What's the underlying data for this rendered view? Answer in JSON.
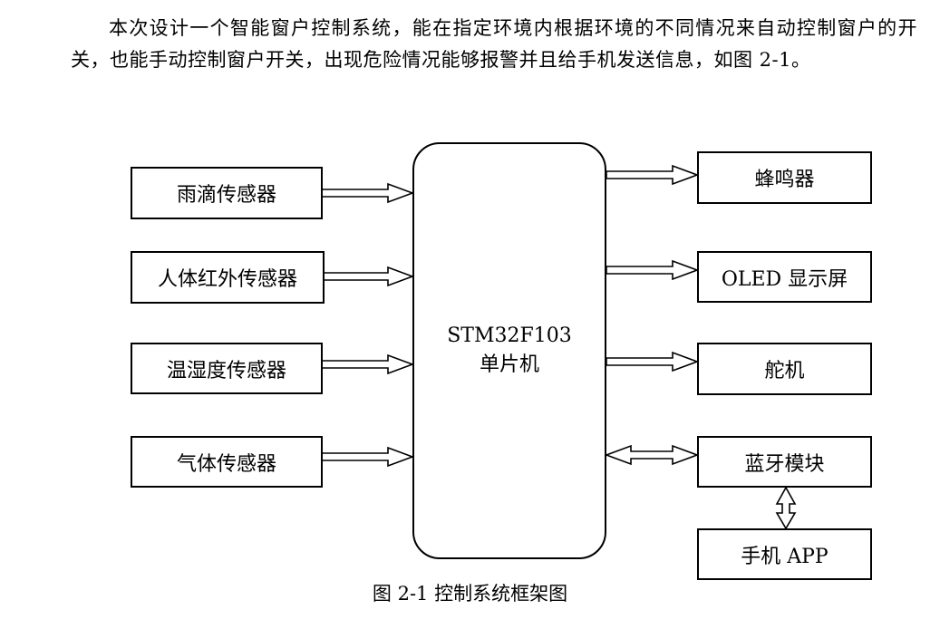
{
  "paragraph": "本次设计一个智能窗户控制系统，能在指定环境内根据环境的不同情况来自动控制窗户的开关，也能手动控制窗户开关，出现危险情况能够报警并且给手机发送信息，如图 2-1。",
  "diagram": {
    "mcu": {
      "line1": "STM32F103",
      "line2": "单片机"
    },
    "inputs": [
      {
        "label": "雨滴传感器"
      },
      {
        "label": "人体红外传感器"
      },
      {
        "label": "温湿度传感器"
      },
      {
        "label": "气体传感器"
      }
    ],
    "outputs": [
      {
        "label": "蜂鸣器"
      },
      {
        "label": "OLED 显示屏"
      },
      {
        "label": "舵机"
      },
      {
        "label": "蓝牙模块"
      },
      {
        "label": "手机 APP"
      }
    ],
    "caption": "图 2-1 控制系统框架图"
  }
}
